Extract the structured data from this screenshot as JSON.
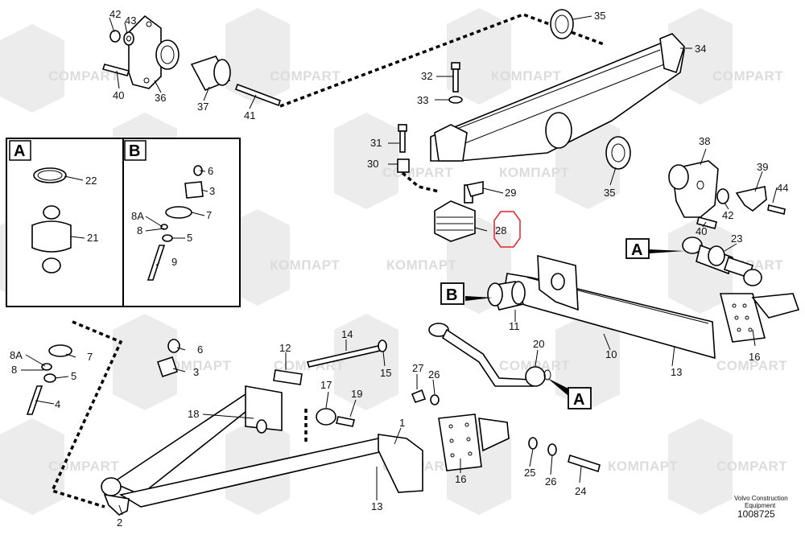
{
  "watermark": {
    "latin": "COMPART",
    "cyrillic": "КОМПАРТ"
  },
  "inset_a": {
    "letter": "A"
  },
  "inset_b": {
    "letter": "B"
  },
  "view_markers": {
    "a": "A",
    "b": "B"
  },
  "highlight_color": "#e0242c",
  "footer": {
    "line1": "Volvo Construction",
    "line2": "Equipment",
    "number": "1008725"
  },
  "callouts": {
    "c1": "1",
    "c2": "2",
    "c3": "3",
    "c4": "4",
    "c5": "5",
    "c6": "6",
    "c7": "7",
    "c8": "8",
    "c8a": "8A",
    "c10": "10",
    "c11": "11",
    "c12": "12",
    "c13": "13",
    "c14": "14",
    "c15": "15",
    "c16": "16",
    "c17": "17",
    "c18": "18",
    "c19": "19",
    "c20": "20",
    "c23": "23",
    "c24": "24",
    "c25": "25",
    "c26": "26",
    "c27": "27",
    "c28": "28",
    "c29": "29",
    "c30": "30",
    "c31": "31",
    "c32": "32",
    "c33": "33",
    "c34": "34",
    "c35": "35",
    "c36": "36",
    "c37": "37",
    "c38": "38",
    "c39": "39",
    "c40": "40",
    "c41": "41",
    "c42": "42",
    "c43": "43",
    "c44": "44",
    "inA_21": "21",
    "inA_22": "22",
    "inB_3": "3",
    "inB_5": "5",
    "inB_6": "6",
    "inB_7": "7",
    "inB_8": "8",
    "inB_8a": "8A",
    "inB_9": "9"
  }
}
